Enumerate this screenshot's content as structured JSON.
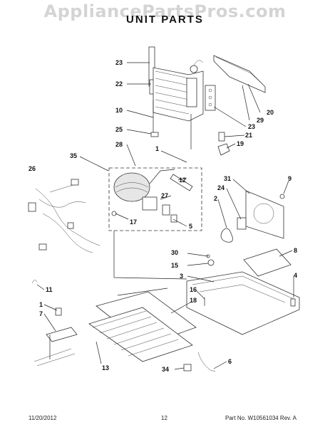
{
  "watermark": "AppliancePartsPros.com",
  "title": "UNIT PARTS",
  "footer": {
    "date": "11/20/2012",
    "page": "12",
    "part_number": "Part No. W10561034  Rev. A"
  },
  "callouts": [
    {
      "id": "c23a",
      "text": "23"
    },
    {
      "id": "c22",
      "text": "22"
    },
    {
      "id": "c10",
      "text": "10"
    },
    {
      "id": "c25",
      "text": "25"
    },
    {
      "id": "c28",
      "text": "28"
    },
    {
      "id": "c1a",
      "text": "1"
    },
    {
      "id": "c35",
      "text": "35"
    },
    {
      "id": "c26",
      "text": "26"
    },
    {
      "id": "c27",
      "text": "27"
    },
    {
      "id": "c12",
      "text": "12"
    },
    {
      "id": "c17",
      "text": "17"
    },
    {
      "id": "c5",
      "text": "5"
    },
    {
      "id": "c20",
      "text": "20"
    },
    {
      "id": "c29",
      "text": "29"
    },
    {
      "id": "c23b",
      "text": "23"
    },
    {
      "id": "c21",
      "text": "21"
    },
    {
      "id": "c19",
      "text": "19"
    },
    {
      "id": "c31",
      "text": "31"
    },
    {
      "id": "c9",
      "text": "9"
    },
    {
      "id": "c24",
      "text": "24"
    },
    {
      "id": "c2",
      "text": "2"
    },
    {
      "id": "c30",
      "text": "30"
    },
    {
      "id": "c15",
      "text": "15"
    },
    {
      "id": "c3",
      "text": "3"
    },
    {
      "id": "c8",
      "text": "8"
    },
    {
      "id": "c4",
      "text": "4"
    },
    {
      "id": "c11",
      "text": "11"
    },
    {
      "id": "c16",
      "text": "16"
    },
    {
      "id": "c18",
      "text": "18"
    },
    {
      "id": "c1b",
      "text": "1"
    },
    {
      "id": "c7",
      "text": "7"
    },
    {
      "id": "c13",
      "text": "13"
    },
    {
      "id": "c34",
      "text": "34"
    },
    {
      "id": "c6",
      "text": "6"
    }
  ]
}
